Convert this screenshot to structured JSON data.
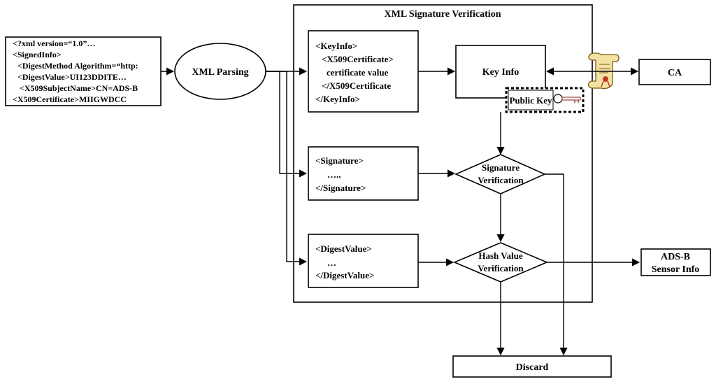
{
  "title": "XML Signature Verification",
  "xml_input": {
    "lines": [
      "<?xml version=“1.0”…",
      "<SignedInfo>",
      "<DigestMethod Algorithm=“http:",
      "<DigestValue>UI123DDITE…",
      "<X509SubjectName>CN=ADS-B",
      "<X509Certificate>MIIGWDCC"
    ]
  },
  "xml_parsing": "XML Parsing",
  "keyinfo_box": {
    "lines": [
      "<KeyInfo>",
      "<X509Certificate>",
      "certificate value",
      "</X509Certificate",
      "</KeyInfo>"
    ]
  },
  "signature_box": {
    "lines": [
      "<Signature>",
      "…..",
      "</Signature>"
    ]
  },
  "digest_box": {
    "lines": [
      "<DigestValue>",
      "…",
      "</DigestValue>"
    ]
  },
  "key_info": "Key Info",
  "public_key": "Public Key",
  "signature_verification": [
    "Signature",
    "Verification"
  ],
  "hash_verification": [
    "Hash Value",
    "Verification"
  ],
  "ca": "CA",
  "adsb": [
    "ADS-B",
    "Sensor Info"
  ],
  "discard": "Discard",
  "icons": {
    "certificate": "certificate-scroll-icon",
    "key": "key-icon"
  },
  "colors": {
    "scroll_fill": "#f3e3a2",
    "scroll_stroke": "#7a5a1a",
    "ribbon": "#c0392b"
  }
}
